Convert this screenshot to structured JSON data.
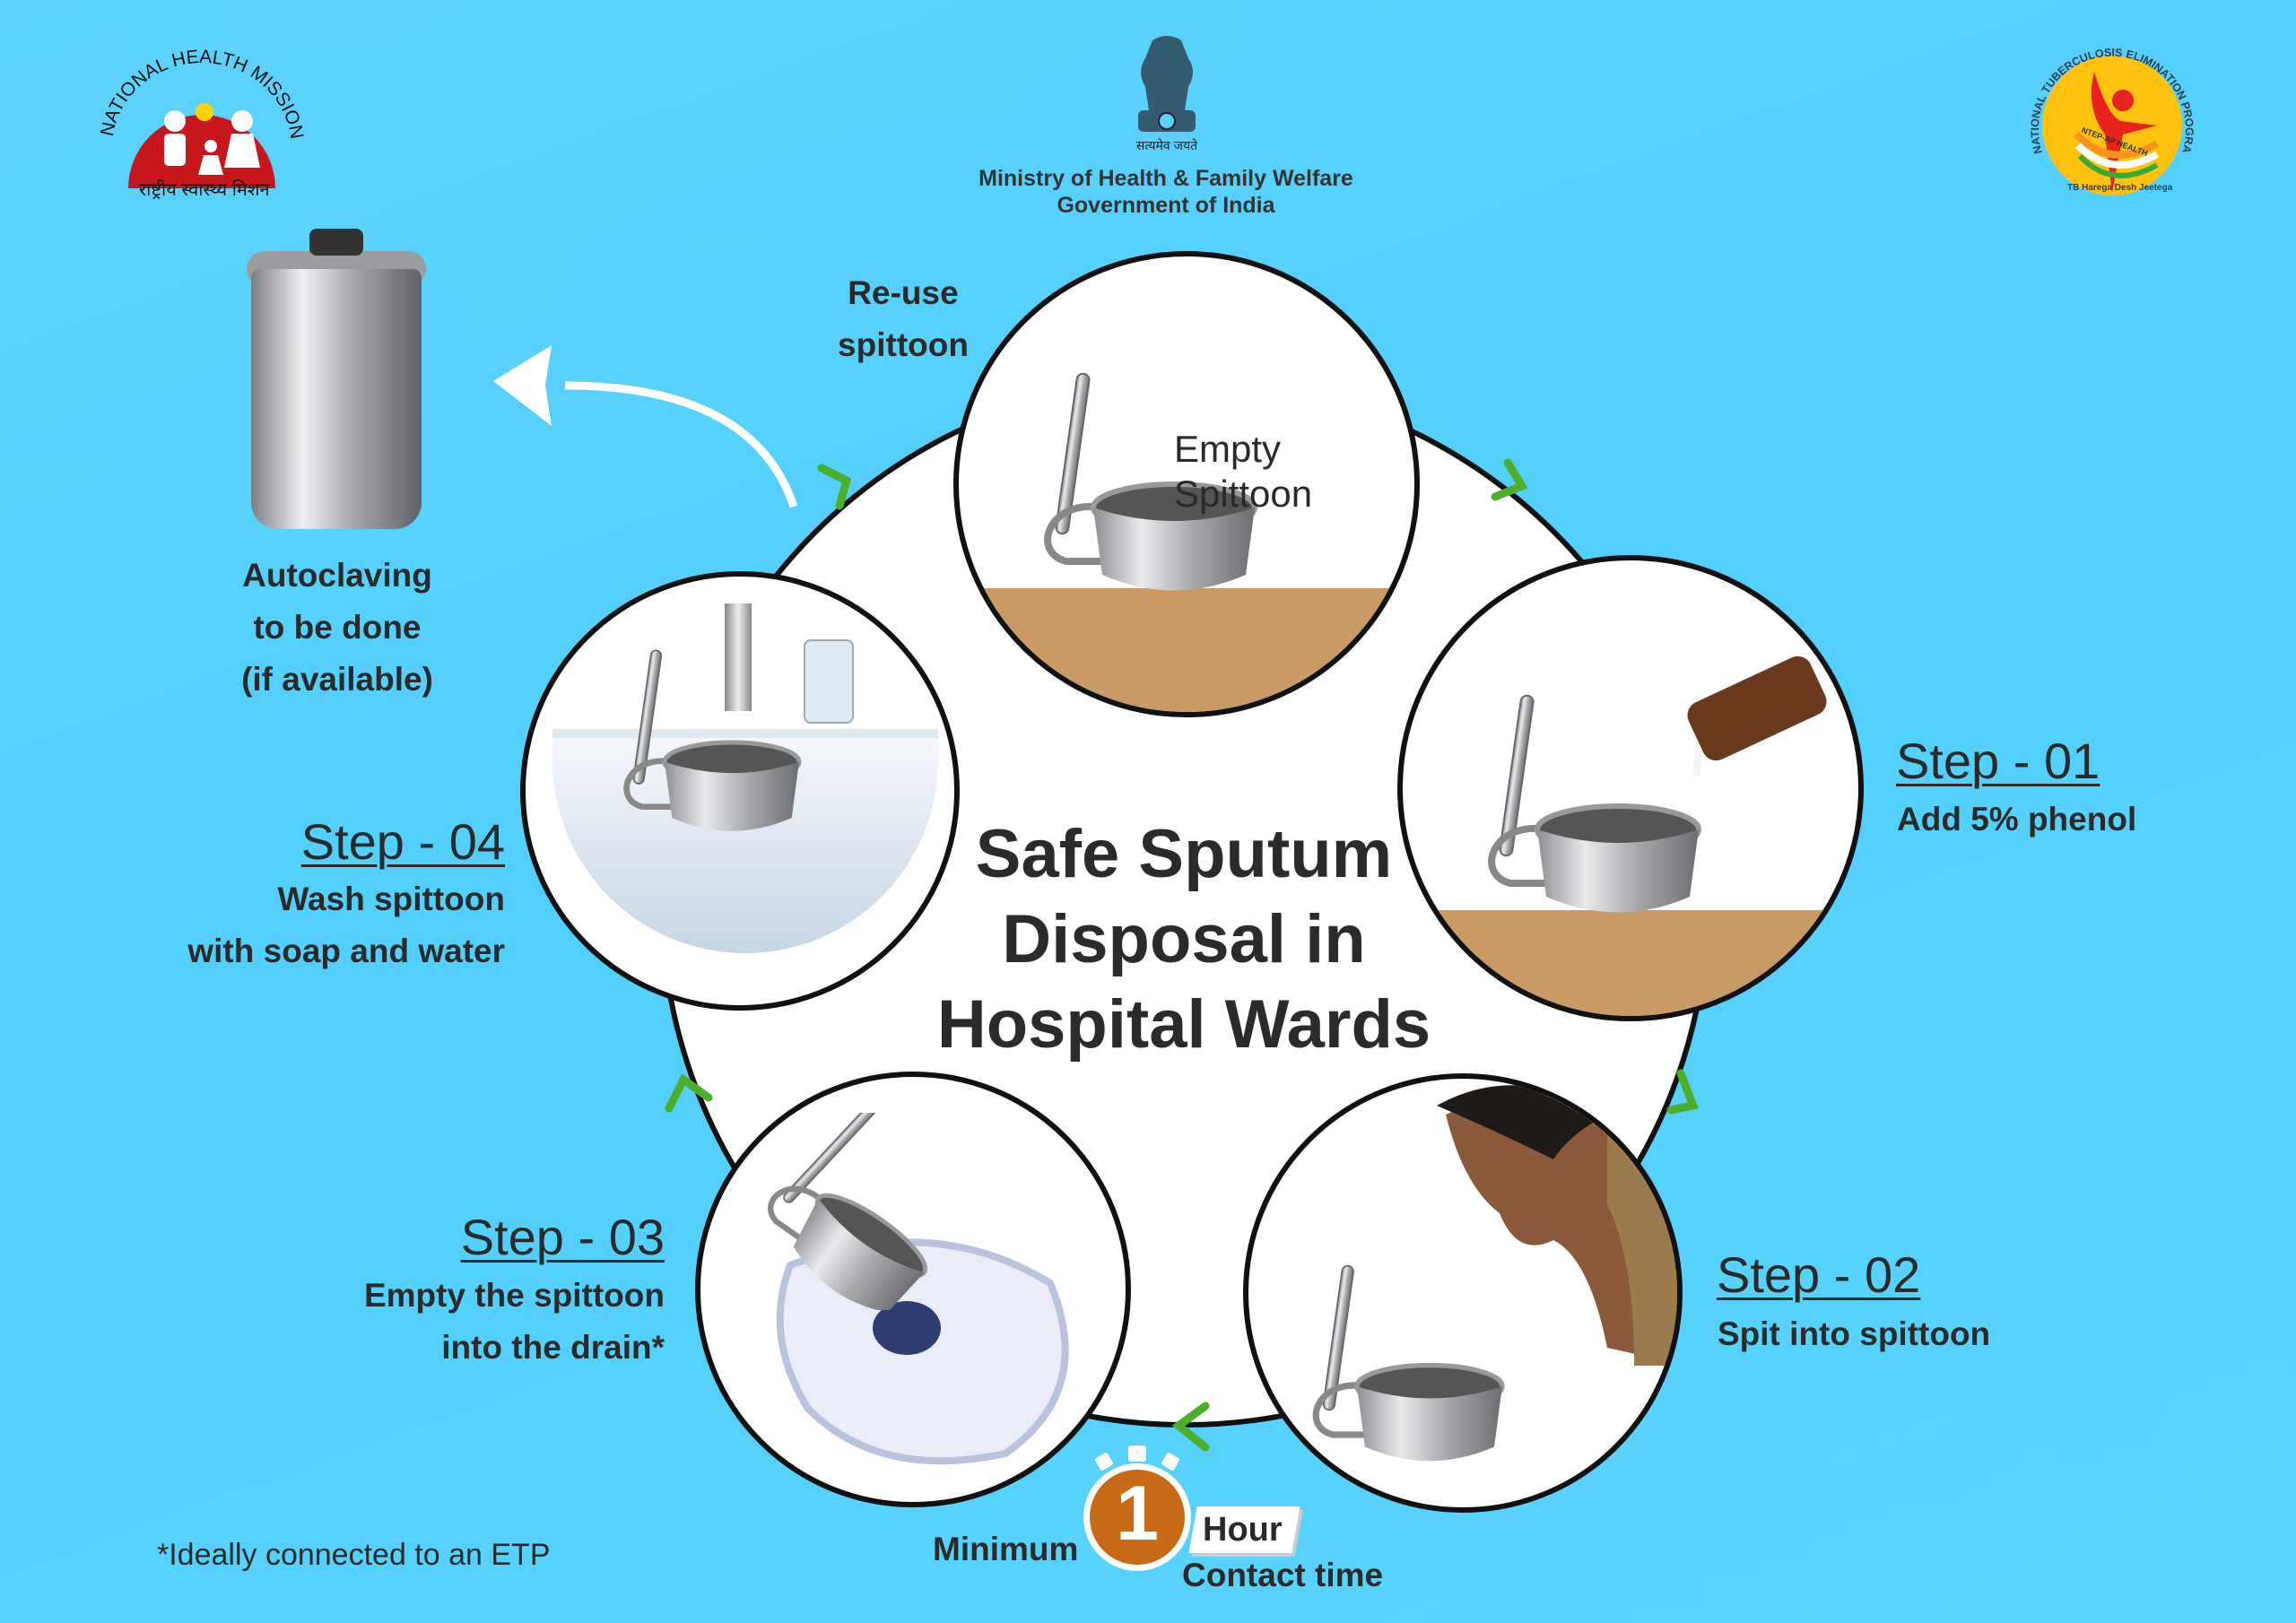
{
  "header": {
    "ministry_line1": "Ministry of Health & Family Welfare",
    "ministry_line2": "Government of India",
    "emblem_motto": "सत्यमेव जयते",
    "nhm_logo_text": "NATIONAL HEALTH MISSION",
    "nhm_logo_hindi": "राष्ट्रीय स्वास्थ्य मिशन",
    "ntep_logo_text": "NATIONAL TUBERCULOSIS ELIMINATION PROGRAMME",
    "ntep_logo_band": "NTEP-AP HEALTH",
    "ntep_logo_slogan": "TB Harega Desh Jeetega"
  },
  "title": {
    "line1": "Safe Sputum",
    "line2": "Disposal in",
    "line3": "Hospital Wards"
  },
  "cycle": {
    "top": {
      "label_line1": "Empty",
      "label_line2": "Spittoon"
    },
    "reuse": {
      "line1": "Re-use",
      "line2": "spittoon"
    },
    "step1": {
      "heading": "Step - 01",
      "text": "Add 5% phenol"
    },
    "step2": {
      "heading": "Step - 02",
      "text": "Spit into spittoon"
    },
    "step3": {
      "heading": "Step - 03",
      "line1": "Empty the spittoon",
      "line2": "into the drain*"
    },
    "step4": {
      "heading": "Step - 04",
      "line1": "Wash spittoon",
      "line2": "with soap and water"
    },
    "autoclave": {
      "line1": "Autoclaving",
      "line2": "to be done",
      "line3": "(if available)"
    }
  },
  "timer": {
    "prefix": "Minimum",
    "value": "1",
    "unit": "Hour",
    "suffix": "Contact time"
  },
  "footnote": "*Ideally connected to an ETP",
  "colors": {
    "background": "#56d2fc",
    "chevron": "#4caf2a",
    "timer": "#c96a16",
    "nhm_red": "#c8161d",
    "ntep_yellow": "#ffc20e"
  }
}
